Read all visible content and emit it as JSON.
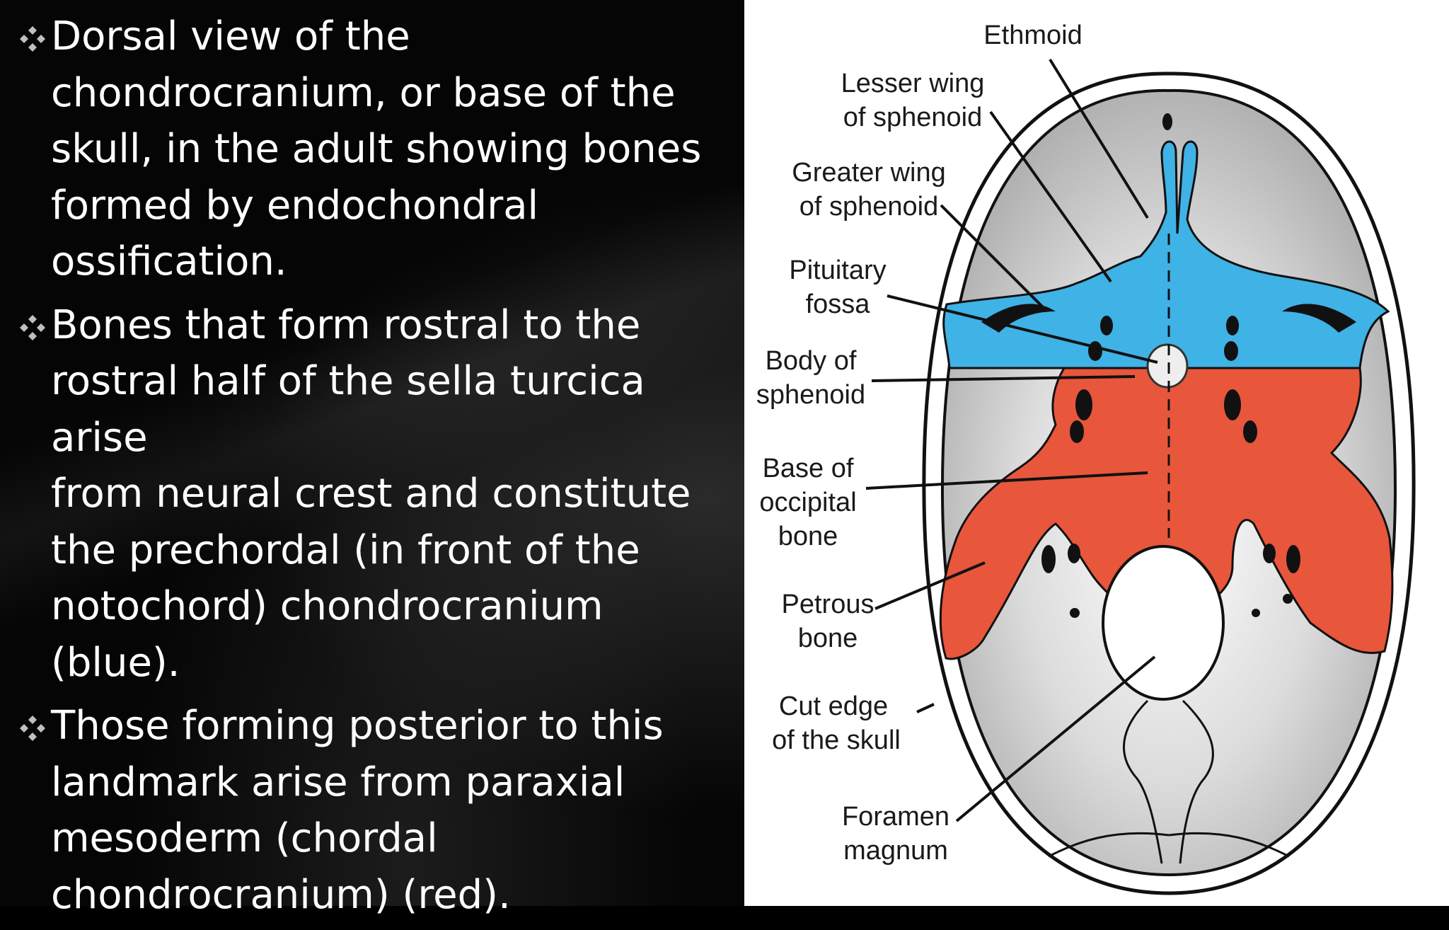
{
  "bullets": [
    {
      "first_line": "Dorsal view of the",
      "rest": [
        "chondrocranium, or base of the",
        "skull, in the adult showing bones",
        "formed by endochondral",
        "ossification."
      ]
    },
    {
      "first_line": "Bones that form rostral to the",
      "rest": [
        "rostral half of the sella turcica arise",
        "from neural crest and constitute",
        "the prechordal (in front of the",
        "notochord) chondrocranium (blue)."
      ]
    },
    {
      "first_line": "Those forming posterior to this",
      "rest": [
        "landmark arise from paraxial",
        "mesoderm (chordal",
        "chondrocranium) (red)."
      ]
    }
  ],
  "diagram": {
    "labels": {
      "ethmoid": "Ethmoid",
      "lesser_wing_1": "Lesser wing",
      "lesser_wing_2": "of sphenoid",
      "greater_wing_1": "Greater wing",
      "greater_wing_2": "of sphenoid",
      "pituitary_1": "Pituitary",
      "pituitary_2": "fossa",
      "body_1": "Body of",
      "body_2": "sphenoid",
      "occipital_1": "Base of",
      "occipital_2": "occipital",
      "occipital_3": "bone",
      "petrous_1": "Petrous",
      "petrous_2": "bone",
      "cut_edge_1": "Cut edge",
      "cut_edge_2": "of the skull",
      "foramen_1": "Foramen",
      "foramen_2": "magnum"
    },
    "colors": {
      "prechordal": "#3fb2e6",
      "chordal": "#e8563c",
      "skull_fill": "#c9c9c9"
    }
  }
}
